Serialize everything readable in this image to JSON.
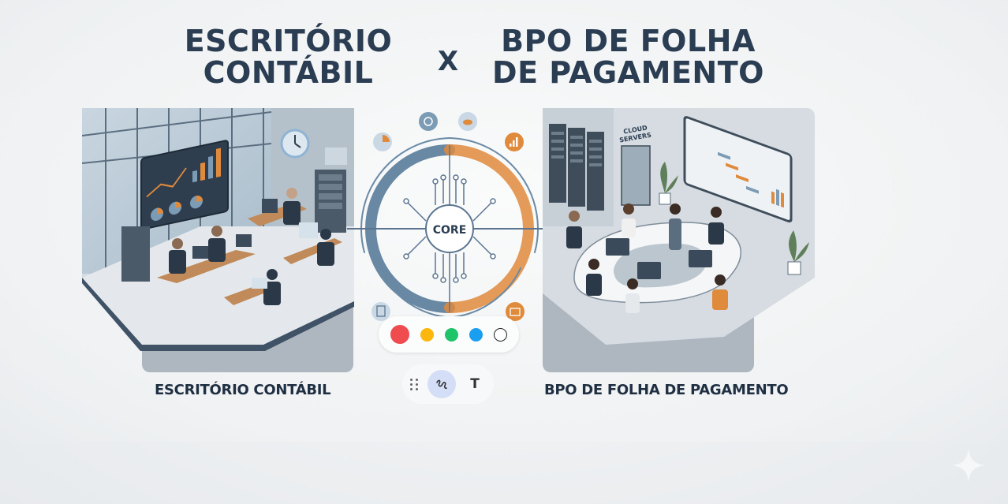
{
  "header": {
    "left_title_line1": "ESCRITÓRIO",
    "left_title_line2": "CONTÁBIL",
    "versus": "X",
    "right_title_line1": "BPO DE FOLHA",
    "right_title_line2": "DE PAGAMENTO"
  },
  "panels": {
    "left": {
      "caption": "ESCRITÓRIO CONTÁBIL",
      "illustration": "isometric-traditional-accounting-office"
    },
    "right": {
      "caption": "BPO DE FOLHA DE PAGAMENTO",
      "illustration": "isometric-bpo-payroll-team",
      "sign_text_line1": "CLOUD",
      "sign_text_line2": "SERVERS"
    }
  },
  "core_diagram": {
    "label": "CORE",
    "left_color": "#4f7494",
    "right_color": "#e08a3c",
    "nodes": [
      "pie-chart-icon",
      "gear-icon",
      "cloud-icon",
      "bar-chart-icon",
      "document-icon",
      "folder-icon"
    ]
  },
  "annotation_toolbar": {
    "colors": [
      {
        "name": "red",
        "hex": "#ee4c4f"
      },
      {
        "name": "yellow",
        "hex": "#fbb70d"
      },
      {
        "name": "green",
        "hex": "#1ec46a"
      },
      {
        "name": "blue",
        "hex": "#1a9ff0"
      },
      {
        "name": "white",
        "hex": "#ffffff"
      }
    ],
    "tools": {
      "draw_active": true,
      "text_label": "T"
    }
  },
  "watermark": {
    "icon": "sparkle-icon"
  }
}
